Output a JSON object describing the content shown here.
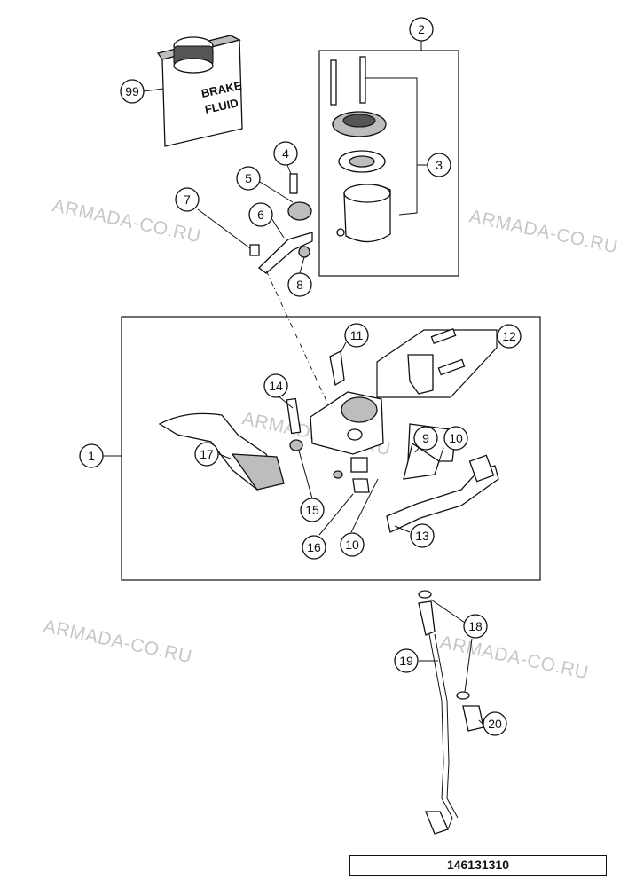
{
  "watermark": "ARMADA-CO.RU",
  "bottle_label": [
    "BRAKE",
    "FLUID"
  ],
  "document_number": "146131310",
  "callouts": [
    "99",
    "2",
    "3",
    "4",
    "5",
    "6",
    "7",
    "8",
    "11",
    "12",
    "14",
    "1",
    "17",
    "9",
    "10",
    "15",
    "16",
    "10",
    "13",
    "18",
    "19",
    "20"
  ],
  "colors": {
    "line": "#111111",
    "shading": "#bdbdbd",
    "watermark": "#9a9a9a"
  }
}
